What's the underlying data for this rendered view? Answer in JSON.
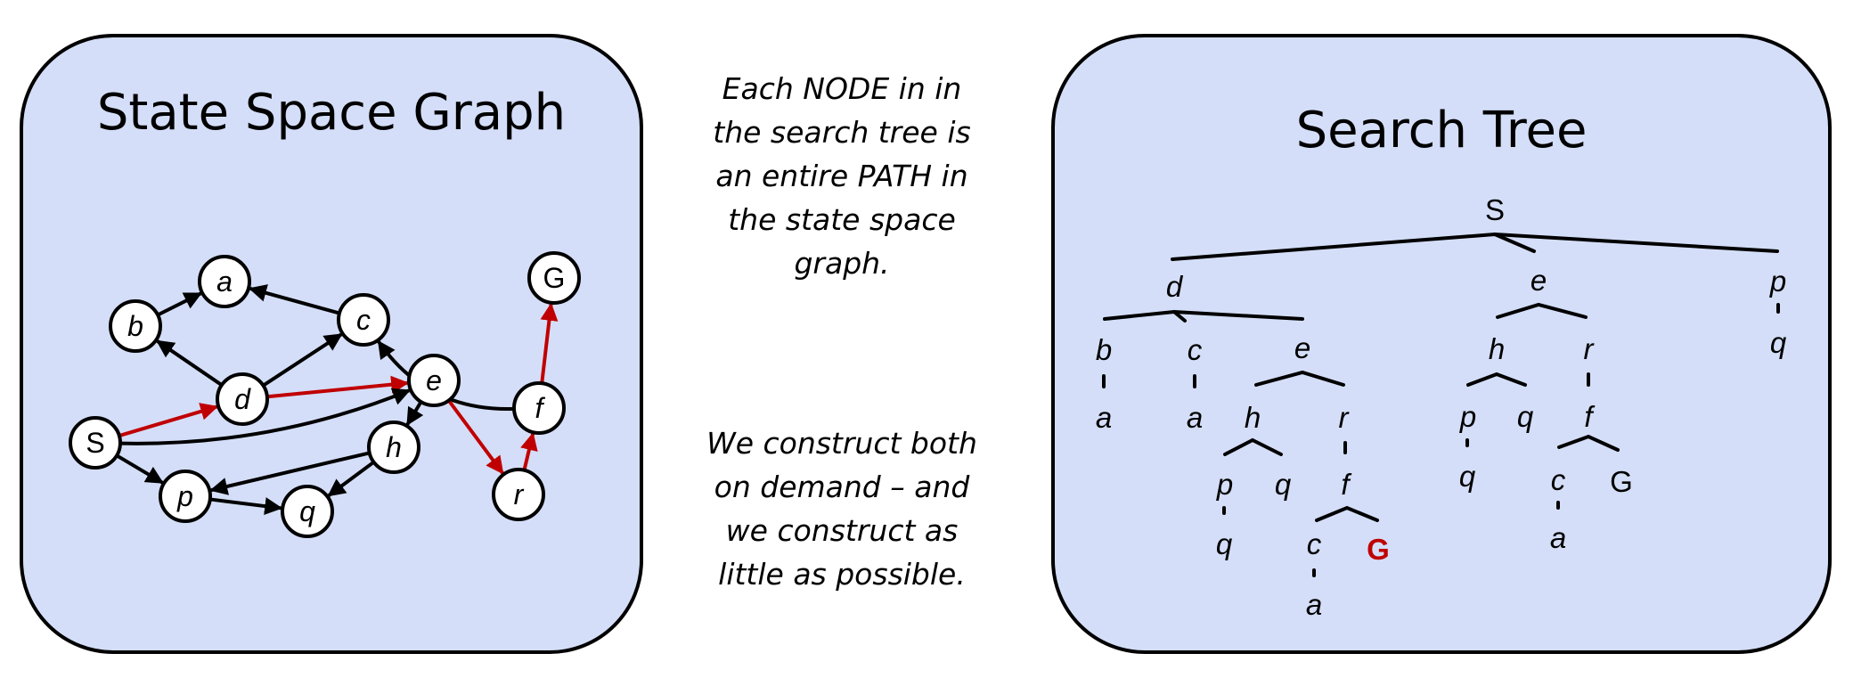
{
  "left_panel": {
    "title": "State Space Graph",
    "nodes": [
      {
        "id": "S",
        "label": "S",
        "upright": true
      },
      {
        "id": "a",
        "label": "a"
      },
      {
        "id": "b",
        "label": "b"
      },
      {
        "id": "c",
        "label": "c"
      },
      {
        "id": "d",
        "label": "d"
      },
      {
        "id": "e",
        "label": "e"
      },
      {
        "id": "f",
        "label": "f"
      },
      {
        "id": "G",
        "label": "G",
        "upright": true
      },
      {
        "id": "h",
        "label": "h"
      },
      {
        "id": "p",
        "label": "p"
      },
      {
        "id": "q",
        "label": "q"
      },
      {
        "id": "r",
        "label": "r"
      }
    ],
    "edges": [
      {
        "from": "b",
        "to": "a"
      },
      {
        "from": "c",
        "to": "a"
      },
      {
        "from": "d",
        "to": "b"
      },
      {
        "from": "d",
        "to": "c"
      },
      {
        "from": "f",
        "to": "c",
        "curved": true
      },
      {
        "from": "S",
        "to": "d",
        "highlight": true
      },
      {
        "from": "d",
        "to": "e",
        "highlight": true
      },
      {
        "from": "e",
        "to": "r",
        "highlight": true
      },
      {
        "from": "r",
        "to": "f",
        "highlight": true
      },
      {
        "from": "f",
        "to": "G",
        "highlight": true
      },
      {
        "from": "S",
        "to": "e",
        "curved": true
      },
      {
        "from": "e",
        "to": "h"
      },
      {
        "from": "S",
        "to": "p"
      },
      {
        "from": "h",
        "to": "p"
      },
      {
        "from": "h",
        "to": "q"
      },
      {
        "from": "p",
        "to": "q"
      }
    ],
    "colors": {
      "edge": "#000000",
      "highlight": "#c00000",
      "node_fill": "#ffffff"
    }
  },
  "middle": {
    "text_1": "Each NODE in in\nthe search tree is\nan entire PATH in\nthe state space\ngraph.",
    "text_2": "We construct both\non demand – and\nwe construct as\nlittle as possible."
  },
  "right_panel": {
    "title": "Search Tree",
    "labels": [
      {
        "id": "t-S",
        "text": "S",
        "upright": true
      },
      {
        "id": "t-d",
        "text": "d"
      },
      {
        "id": "t-e",
        "text": "e"
      },
      {
        "id": "t-p",
        "text": "p"
      },
      {
        "id": "t-q1",
        "text": "q"
      },
      {
        "id": "t-b",
        "text": "b"
      },
      {
        "id": "t-c",
        "text": "c"
      },
      {
        "id": "t-e2",
        "text": "e"
      },
      {
        "id": "t-a1",
        "text": "a"
      },
      {
        "id": "t-a2",
        "text": "a"
      },
      {
        "id": "t-h",
        "text": "h"
      },
      {
        "id": "t-r",
        "text": "r"
      },
      {
        "id": "t-p2",
        "text": "p"
      },
      {
        "id": "t-q2",
        "text": "q"
      },
      {
        "id": "t-f",
        "text": "f"
      },
      {
        "id": "t-q3",
        "text": "q"
      },
      {
        "id": "t-c2",
        "text": "c"
      },
      {
        "id": "t-G1",
        "text": "G",
        "goal": true
      },
      {
        "id": "t-a3",
        "text": "a"
      },
      {
        "id": "t-h2",
        "text": "h"
      },
      {
        "id": "t-r2",
        "text": "r"
      },
      {
        "id": "t-p3",
        "text": "p"
      },
      {
        "id": "t-q4",
        "text": "q"
      },
      {
        "id": "t-f2",
        "text": "f"
      },
      {
        "id": "t-q5",
        "text": "q"
      },
      {
        "id": "t-c3",
        "text": "c"
      },
      {
        "id": "t-G2",
        "text": "G",
        "upright": true
      },
      {
        "id": "t-a4",
        "text": "a"
      }
    ],
    "colors": {
      "line": "#000000",
      "goal": "#c00000"
    }
  },
  "colors": {
    "panel_fill": "#d4def8",
    "panel_border": "#000000"
  }
}
